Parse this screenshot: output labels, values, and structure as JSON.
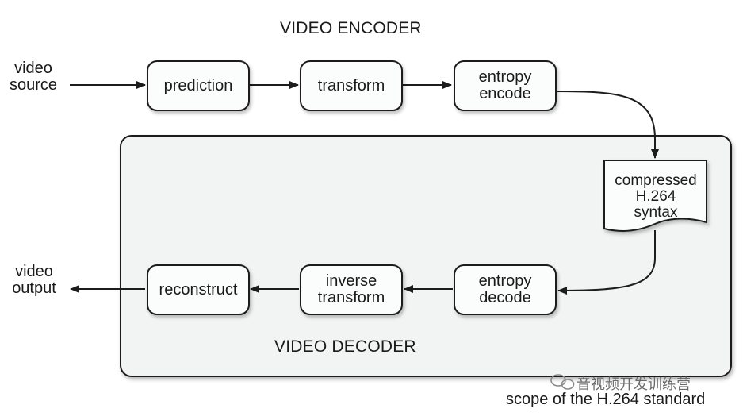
{
  "encoder": {
    "title": "VIDEO ENCODER",
    "input_label": "video\nsource",
    "blocks": [
      "prediction",
      "transform",
      "entropy\nencode"
    ]
  },
  "bitstream": {
    "label": "compressed\nH.264\nsyntax"
  },
  "decoder": {
    "title": "VIDEO DECODER",
    "output_label": "video\noutput",
    "blocks": [
      "entropy\ndecode",
      "inverse\ntransform",
      "reconstruct"
    ]
  },
  "scope_label": "scope of the H.264 standard",
  "watermark": "音视频开发训练营",
  "colors": {
    "decoder_region_fill": "#f2f4f4",
    "stroke": "#1c1c1c",
    "box_fill": "#fbfcfc"
  }
}
